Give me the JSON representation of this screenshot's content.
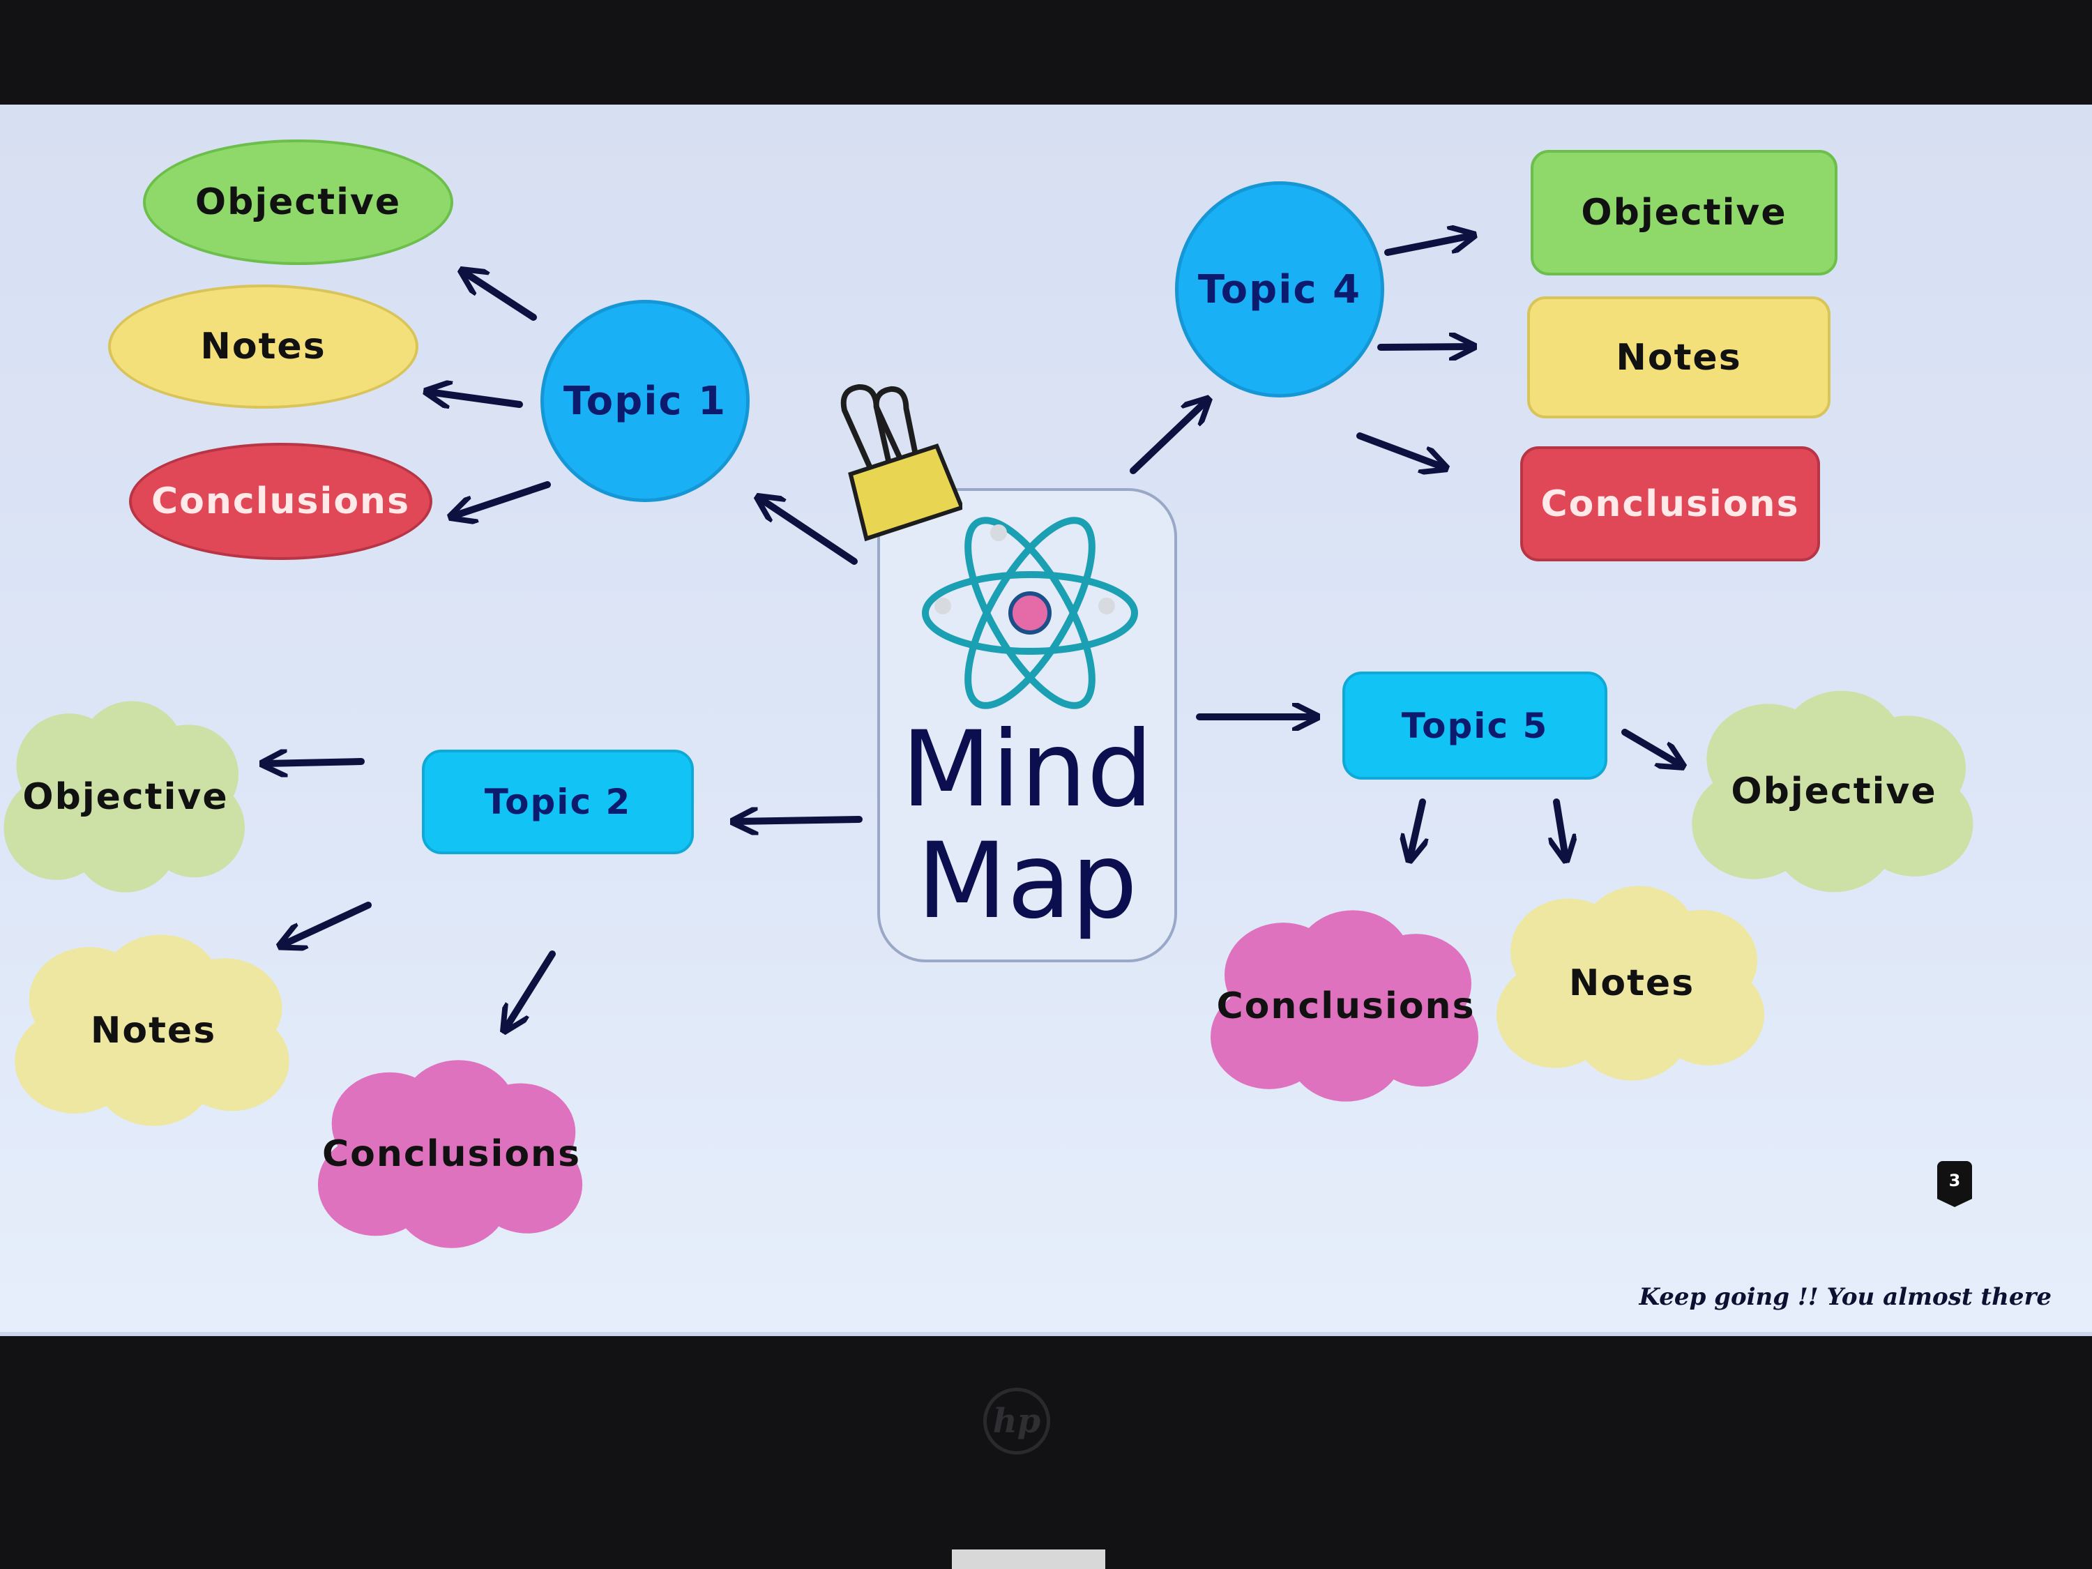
{
  "center": {
    "line1": "Mind",
    "line2": "Map"
  },
  "topics": {
    "t1": {
      "label": "Topic 1",
      "objective": "Objective",
      "notes": "Notes",
      "conclusions": "Conclusions"
    },
    "t2": {
      "label": "Topic 2",
      "objective": "Objective",
      "notes": "Notes",
      "conclusions": "Conclusions"
    },
    "t4": {
      "label": "Topic 4",
      "objective": "Objective",
      "notes": "Notes",
      "conclusions": "Conclusions"
    },
    "t5": {
      "label": "Topic 5",
      "objective": "Objective",
      "notes": "Notes",
      "conclusions": "Conclusions"
    }
  },
  "page_number": "3",
  "footer": "Keep going !! You almost there",
  "monitor": {
    "brand": "hp"
  },
  "colors": {
    "topic_blue": "#1ab0f5",
    "objective_green": "#8fd86a",
    "notes_yellow": "#f3e07a",
    "conclusions_red": "#e04858",
    "cloud_pink": "#de72bf",
    "arrow_navy": "#0c1140"
  }
}
